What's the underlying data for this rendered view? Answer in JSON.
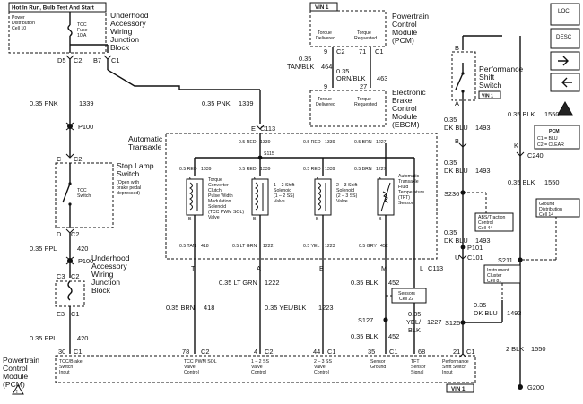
{
  "top_banner": "Hot In Run, Bulb Test And Start",
  "vin_label": "VIN 1",
  "power_dist": {
    "line1": "Power",
    "line2": "Distribution",
    "line3": "Cell 10"
  },
  "tcc_fuse": {
    "line1": "TCC",
    "line2": "Fuse",
    "line3": "10 A"
  },
  "uajb_top": {
    "line1": "Underhood",
    "line2": "Accessory",
    "line3": "Wiring",
    "line4": "Junction",
    "line5": "Block"
  },
  "uajb_bottom": {
    "line1": "Underhood",
    "line2": "Accessory",
    "line3": "Wiring",
    "line4": "Junction",
    "line5": "Block"
  },
  "conn": {
    "d5": "D5",
    "c2": "C2",
    "b7": "B7",
    "c1": "C1",
    "c": "C",
    "d": "D",
    "c3": "C3",
    "e3": "E3",
    "e": "E",
    "c113": "C113",
    "a": "A",
    "b": "B",
    "k": "K",
    "u": "U",
    "t": "T",
    "m": "M",
    "l": "L",
    "n9": "9",
    "n71": "71",
    "n27": "27",
    "n78": "78",
    "n4": "4",
    "n44": "44",
    "n35": "35",
    "n68": "68",
    "n21": "21",
    "n30": "30"
  },
  "wires": {
    "pnk_left": "0.35 PNK",
    "pnk_left_code": "1339",
    "pnk_mid": "0.35 PNK",
    "pnk_mid_code": "1339",
    "ppl_1": "0.35 PPL",
    "ppl_1_code": "420",
    "ppl_2": "0.35 PPL",
    "ppl_2_code": "420",
    "tan_blk": "0.35",
    "tan_blk_2": "TAN/BLK",
    "tan_blk_code": "464",
    "orn_blk": "0.35",
    "orn_blk_2": "ORN/BLK",
    "orn_blk_code": "463",
    "brn": "0.35 BRN",
    "brn_code": "418",
    "lt_grn": "0.35 LT GRN",
    "lt_grn_code": "1222",
    "yel_blk": "0.35 YEL/BLK",
    "yel_blk_code": "1223",
    "blk_452": "0.35 BLK",
    "blk_452_code": "452",
    "blk_452b": "0.35 BLK",
    "blk_452b_code": "452",
    "yel_blk_r": "0.35",
    "yel_blk_r2": "YEL/",
    "yel_blk_r3": "BLK",
    "yel_blk_r_code": "1227",
    "dk_blu_1": "0.35",
    "dk_blu_1b": "DK BLU",
    "dk_blu_1_code": "1493",
    "dk_blu_2": "0.35",
    "dk_blu_2b": "DK BLU",
    "dk_blu_2_code": "1493",
    "dk_blu_3": "0.35",
    "dk_blu_3b": "DK BLU",
    "dk_blu_3_code": "1493",
    "dk_blu_4": "0.35",
    "dk_blu_4b": "DK BLU",
    "dk_blu_4_code": "1493",
    "blk_1550a": "0.35 BLK",
    "blk_1550a_code": "1550",
    "blk_1550b": "0.35 BLK",
    "blk_1550b_code": "1550",
    "blk_1550c": "2 BLK",
    "blk_1550c_code": "1550"
  },
  "inner_wires": {
    "red1": "0.5 RED",
    "red1_code": "1339",
    "red2": "0.5 RED",
    "red2_code": "1339",
    "red3": "0.5 RED",
    "red3_code": "1339",
    "brn_in": "0.5 BRN",
    "brn_in_code": "1227",
    "tan_in": "0.5 TAN",
    "tan_in_code": "418",
    "ltgrn_in": "0.5 LT GRN",
    "ltgrn_in_code": "1222",
    "yel_in": "0.5 YEL",
    "yel_in_code": "1223",
    "gry_in": "0.5 GRY",
    "gry_in_code": "452"
  },
  "splices": {
    "p100a": "P100",
    "p100b": "P100",
    "s115": "S115",
    "s127": "S127",
    "s125": "S125",
    "s236": "S236",
    "s211": "S211",
    "p101": "P101",
    "c101": "C101",
    "c240": "C240",
    "g200": "G200"
  },
  "pcm_top": {
    "line1": "Powertrain",
    "line2": "Control",
    "line3": "Module",
    "line4": "(PCM)",
    "pin_a": "Torque",
    "pin_a2": "Delivered",
    "pin_b": "Torque",
    "pin_b2": "Requested"
  },
  "ebcm": {
    "line1": "Electronic",
    "line2": "Brake",
    "line3": "Control",
    "line4": "Module",
    "line5": "(EBCM)",
    "pin_a": "Torque",
    "pin_a2": "Delivered",
    "pin_b": "Torque",
    "pin_b2": "Requested"
  },
  "stop_lamp": {
    "line1": "Stop Lamp",
    "line2": "Switch",
    "line3": "(Open with",
    "line4": "brake pedal",
    "line5": "depressed)",
    "inner": "TCC",
    "inner2": "Switch"
  },
  "transaxle": {
    "line1": "Automatic",
    "line2": "Transaxle"
  },
  "solenoids": {
    "tcc1": "Torque",
    "tcc2": "Converter",
    "tcc3": "Clutch",
    "tcc4": "Pulse Width",
    "tcc5": "Modulation",
    "tcc6": "Solenoid",
    "tcc7": "(TCC PWM SOL)",
    "tcc8": "Valve",
    "s12a": "1 – 2 Shift",
    "s12b": "Solenoid",
    "s12c": "(1 – 2 SS)",
    "s12d": "Valve",
    "s23a": "2 – 3 Shift",
    "s23b": "Solenoid",
    "s23c": "(2 – 3 SS)",
    "s23d": "Valve",
    "tft1": "Automatic",
    "tft2": "Transaxle",
    "tft3": "Fluid",
    "tft4": "Temperature",
    "tft5": "(TFT)",
    "tft6": "Sensor"
  },
  "perf_switch": {
    "line1": "Performance",
    "line2": "Shift",
    "line3": "Switch"
  },
  "legend": {
    "pcm": "PCM",
    "c1": "C1 = BLU",
    "c2": "C2 = CLEAR",
    "loc": "LOC",
    "desc": "DESC"
  },
  "refs": {
    "abs1": "ABS/Traction",
    "abs2": "Control",
    "abs3": "Cell 44",
    "gd1": "Ground",
    "gd2": "Distribution",
    "gd3": "Cell 14",
    "ic1": "Instrument",
    "ic2": "Cluster",
    "ic3": "Cell 81",
    "sen1": "Sensors",
    "sen2": "Cell 22"
  },
  "pcm_bottom": {
    "line1": "Powertrain",
    "line2": "Control",
    "line3": "Module",
    "line4": "(PCM)",
    "p1": "TCC/Brake",
    "p1b": "Switch",
    "p1c": "Input",
    "p2": "TCC PWM SOL",
    "p2b": "Valve",
    "p2c": "Control",
    "p3": "1 – 2 SS",
    "p3b": "Valve",
    "p3c": "Control",
    "p4": "2 – 3 SS",
    "p4b": "Valve",
    "p4c": "Control",
    "p5": "Sensor",
    "p5b": "Ground",
    "p6": "TFT",
    "p6b": "Sensor",
    "p6c": "Signal",
    "p7": "Performance",
    "p7b": "Shift Switch",
    "p7c": "Input"
  }
}
